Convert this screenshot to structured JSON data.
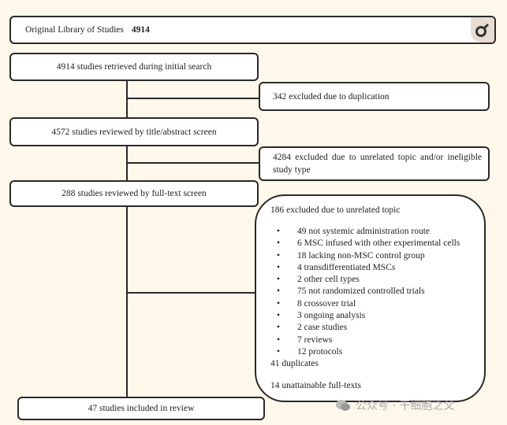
{
  "library": {
    "label": "Original Library of Studies",
    "count": "4914"
  },
  "steps": [
    "4914 studies retrieved during initial search",
    "4572 studies reviewed by title/abstract screen",
    "288 studies reviewed by full-text screen",
    "47 studies included in review"
  ],
  "exclusions": [
    "342 excluded due to duplication",
    "4284 excluded due to unrelated topic and/or ineligible study type"
  ],
  "fulltext_exclusion": {
    "header": "186 excluded due to unrelated topic",
    "items": [
      "49 not systemic administration route",
      "6 MSC infused with other experimental cells",
      "18 lacking non-MSC control group",
      "4 transdifferentiated MSCs",
      "2 other cell types",
      "75 not randomized controlled trials",
      "8 crossover trial",
      "3 ongoing analysis",
      "2 case studies",
      "7 reviews",
      "12 protocols"
    ],
    "duplicates": "41 duplicates",
    "unattainable": "14 unattainable full-texts"
  },
  "watermark": "公众号 · 干细胞之父"
}
